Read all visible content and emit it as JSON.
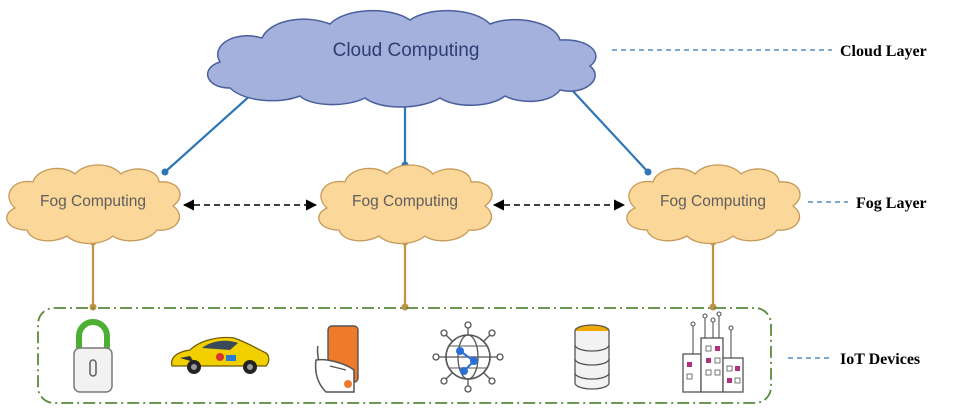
{
  "cloud": {
    "label": "Cloud Computing",
    "fill": "#a3b1dc",
    "stroke": "#4a5f9e"
  },
  "fog_nodes": [
    {
      "label": "Fog Computing"
    },
    {
      "label": "Fog Computing"
    },
    {
      "label": "Fog Computing"
    }
  ],
  "fog_style": {
    "fill": "#fbd79a",
    "stroke": "#c69a58"
  },
  "layers": {
    "cloud": "Cloud Layer",
    "fog": "Fog Layer",
    "iot": "IoT Devices"
  },
  "devices": [
    {
      "icon": "lock-icon"
    },
    {
      "icon": "car-icon"
    },
    {
      "icon": "smartphone-icon"
    },
    {
      "icon": "network-globe-icon"
    },
    {
      "icon": "database-icon"
    },
    {
      "icon": "smart-city-icon"
    }
  ],
  "colors": {
    "cloud_link": "#2e75b6",
    "fog_link": "#c09245",
    "iot_border": "#5b8a3a",
    "leader_line": "#2e75b6"
  }
}
